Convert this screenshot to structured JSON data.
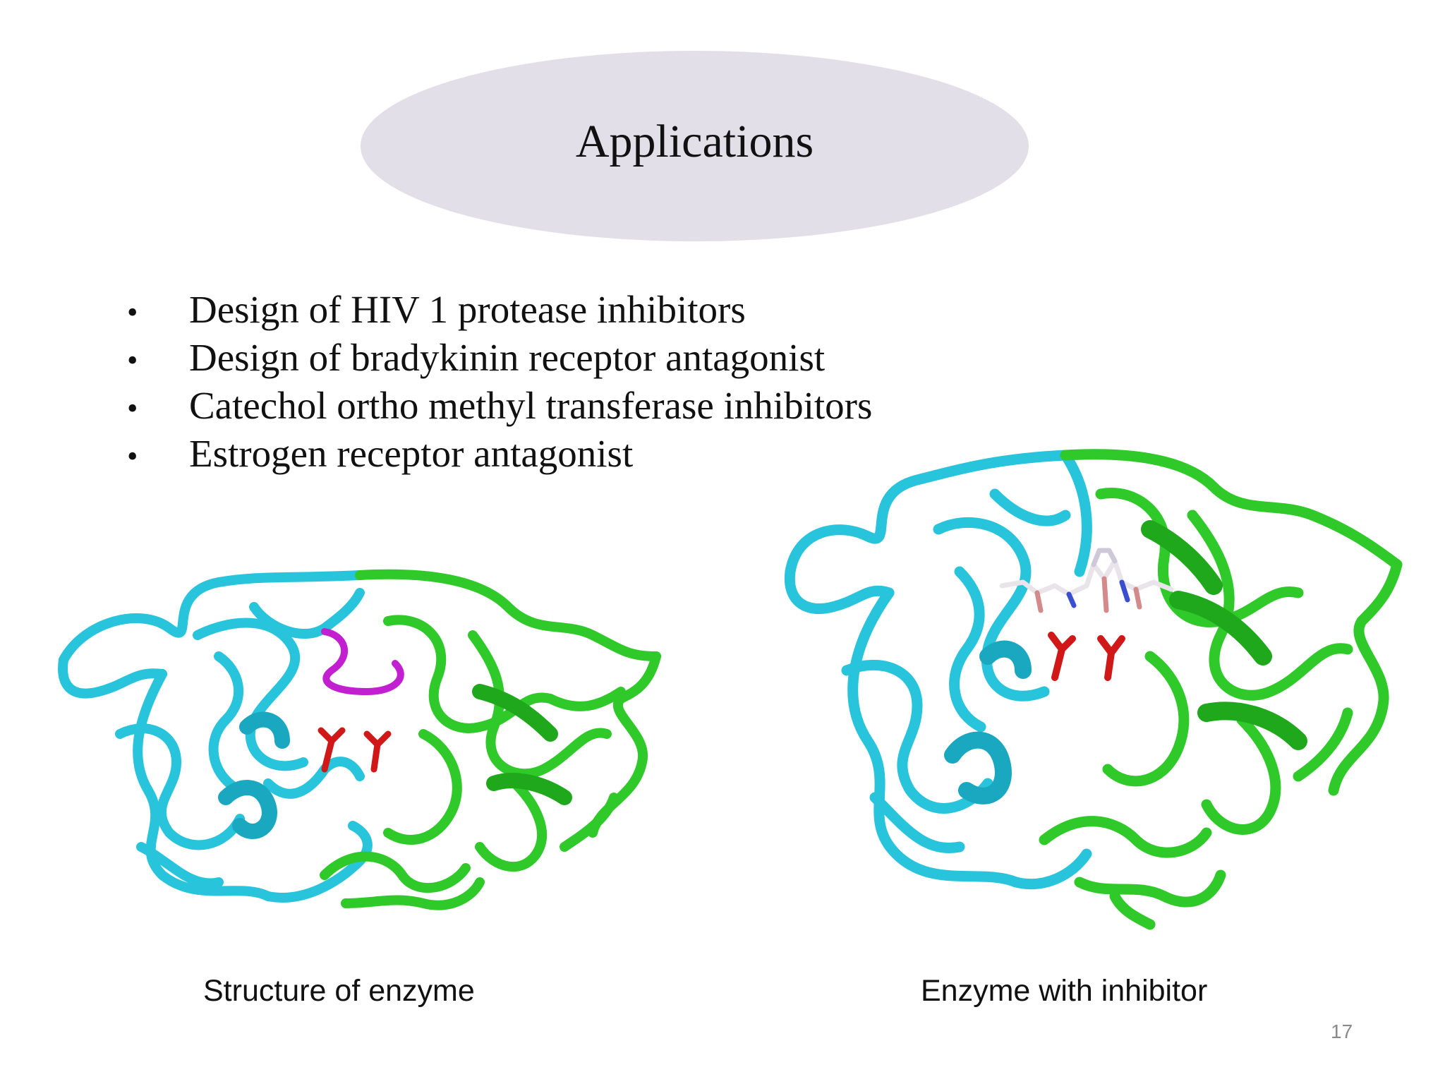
{
  "slide": {
    "title": "Applications",
    "bullets": [
      "Design of HIV 1 protease inhibitors",
      "Design of bradykinin receptor antagonist",
      "Catechol ortho methyl transferase inhibitors",
      "Estrogen receptor antagonist"
    ],
    "bullet_symbol": "•",
    "figures": {
      "left_caption": "Structure of enzyme",
      "right_caption": "Enzyme with inhibitor"
    },
    "page_number": "17",
    "colors": {
      "title_ellipse": "#e3dfe8",
      "chain_a": "#27c4dc",
      "chain_b": "#2fc92a",
      "active_site": "#d01818",
      "substrate": "#c21fd0"
    }
  }
}
